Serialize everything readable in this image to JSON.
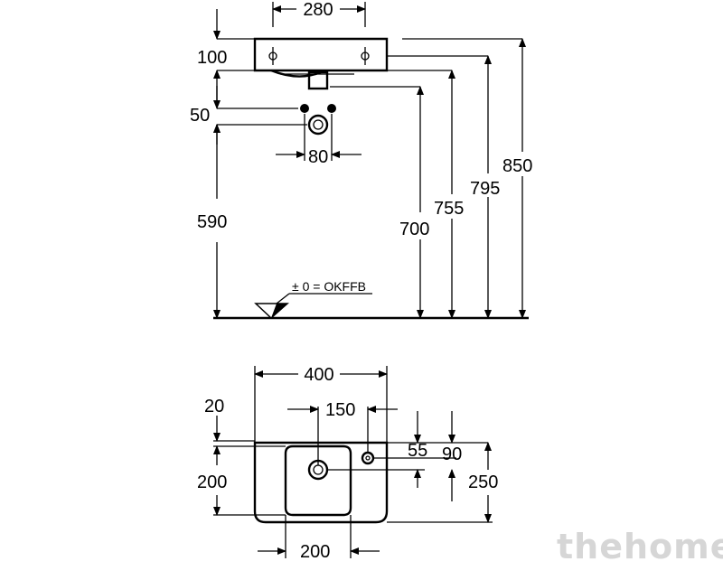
{
  "side_view": {
    "dims": {
      "width_top": "280",
      "rim_height": "100",
      "hole_offset": "50",
      "hole_spacing": "80",
      "waste_height": "590",
      "h700": "700",
      "h755": "755",
      "h795": "795",
      "h850": "850"
    },
    "floor_label": "± 0 = OKFFB"
  },
  "plan_view": {
    "dims": {
      "width": "400",
      "back_margin": "20",
      "waste_offset": "150",
      "tap_offset": "55",
      "d90": "90",
      "bowl_depth": "200",
      "depth": "250",
      "bowl_width": "200"
    }
  },
  "watermark": "thehome"
}
